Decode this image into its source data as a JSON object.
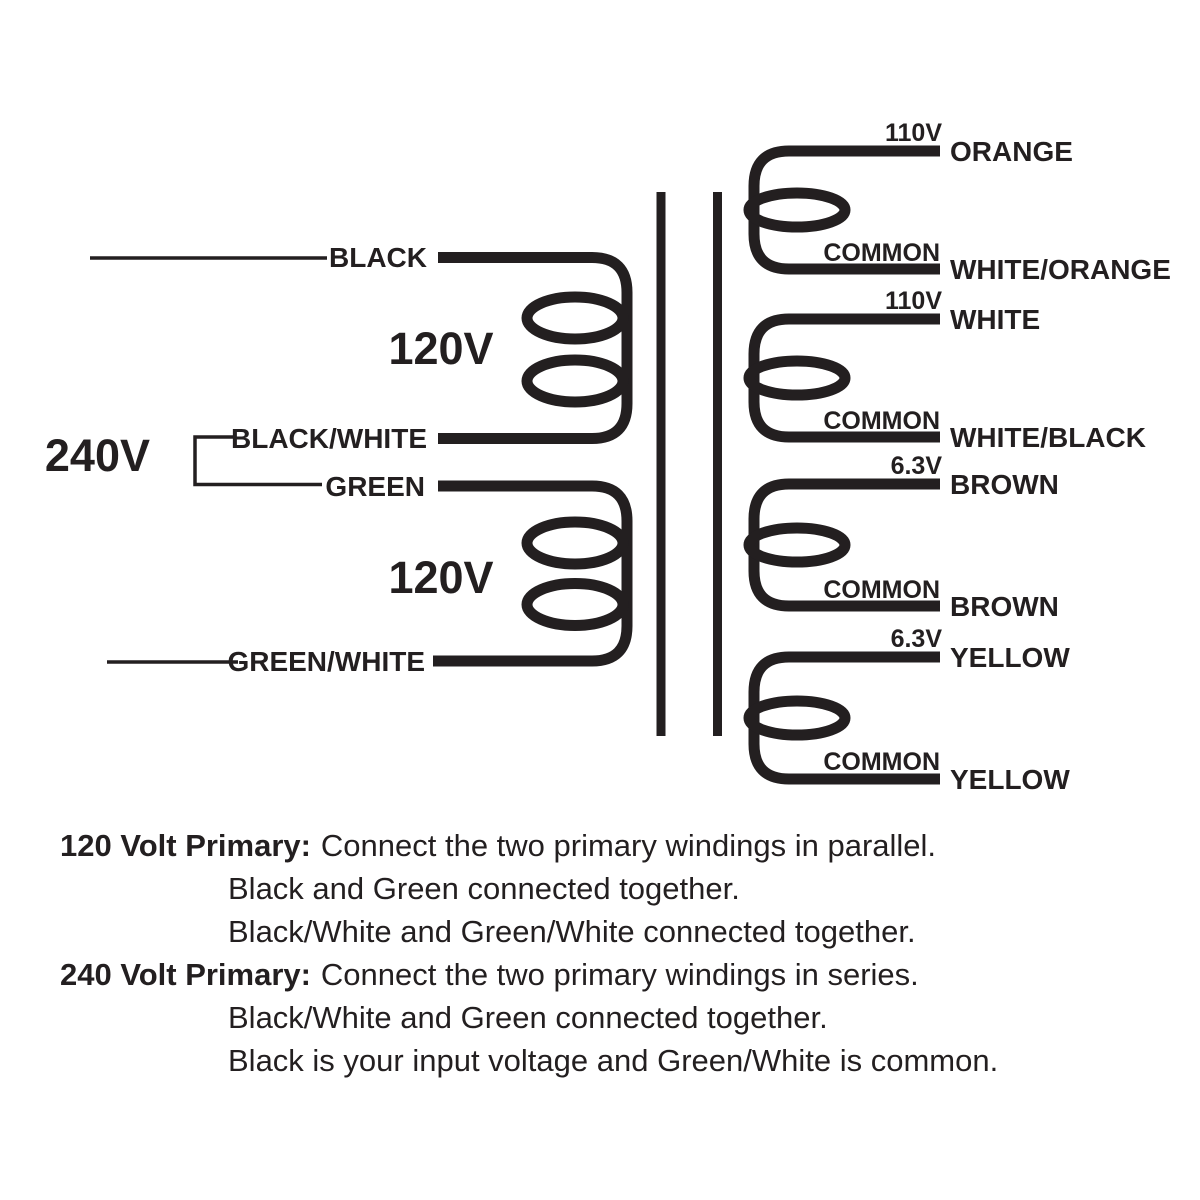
{
  "diagram": {
    "primary": {
      "voltage_label": "240V",
      "windings": [
        {
          "voltage": "120V",
          "top_wire": "BLACK",
          "bottom_wire": "BLACK/WHITE"
        },
        {
          "voltage": "120V",
          "top_wire": "GREEN",
          "bottom_wire": "GREEN/WHITE"
        }
      ]
    },
    "secondary": {
      "windings": [
        {
          "voltage": "110V",
          "top_wire": "ORANGE",
          "common_label": "COMMON",
          "bottom_wire": "WHITE/ORANGE"
        },
        {
          "voltage": "110V",
          "top_wire": "WHITE",
          "common_label": "COMMON",
          "bottom_wire": "WHITE/BLACK"
        },
        {
          "voltage": "6.3V",
          "top_wire": "BROWN",
          "common_label": "COMMON",
          "bottom_wire": "BROWN"
        },
        {
          "voltage": "6.3V",
          "top_wire": "YELLOW",
          "common_label": "COMMON",
          "bottom_wire": "YELLOW"
        }
      ]
    }
  },
  "notes": {
    "p120_label": "120 Volt Primary:",
    "p120_text": "Connect the two primary windings in parallel.",
    "p120_line2": "Black and Green connected together.",
    "p120_line3": "Black/White and Green/White connected together.",
    "p240_label": "240 Volt Primary:",
    "p240_text": "Connect the two primary windings in series.",
    "p240_line2": "Black/White and Green connected together.",
    "p240_line3": "Black is your input voltage and Green/White is common."
  },
  "colors": {
    "ink": "#231f20",
    "background": "#ffffff"
  }
}
